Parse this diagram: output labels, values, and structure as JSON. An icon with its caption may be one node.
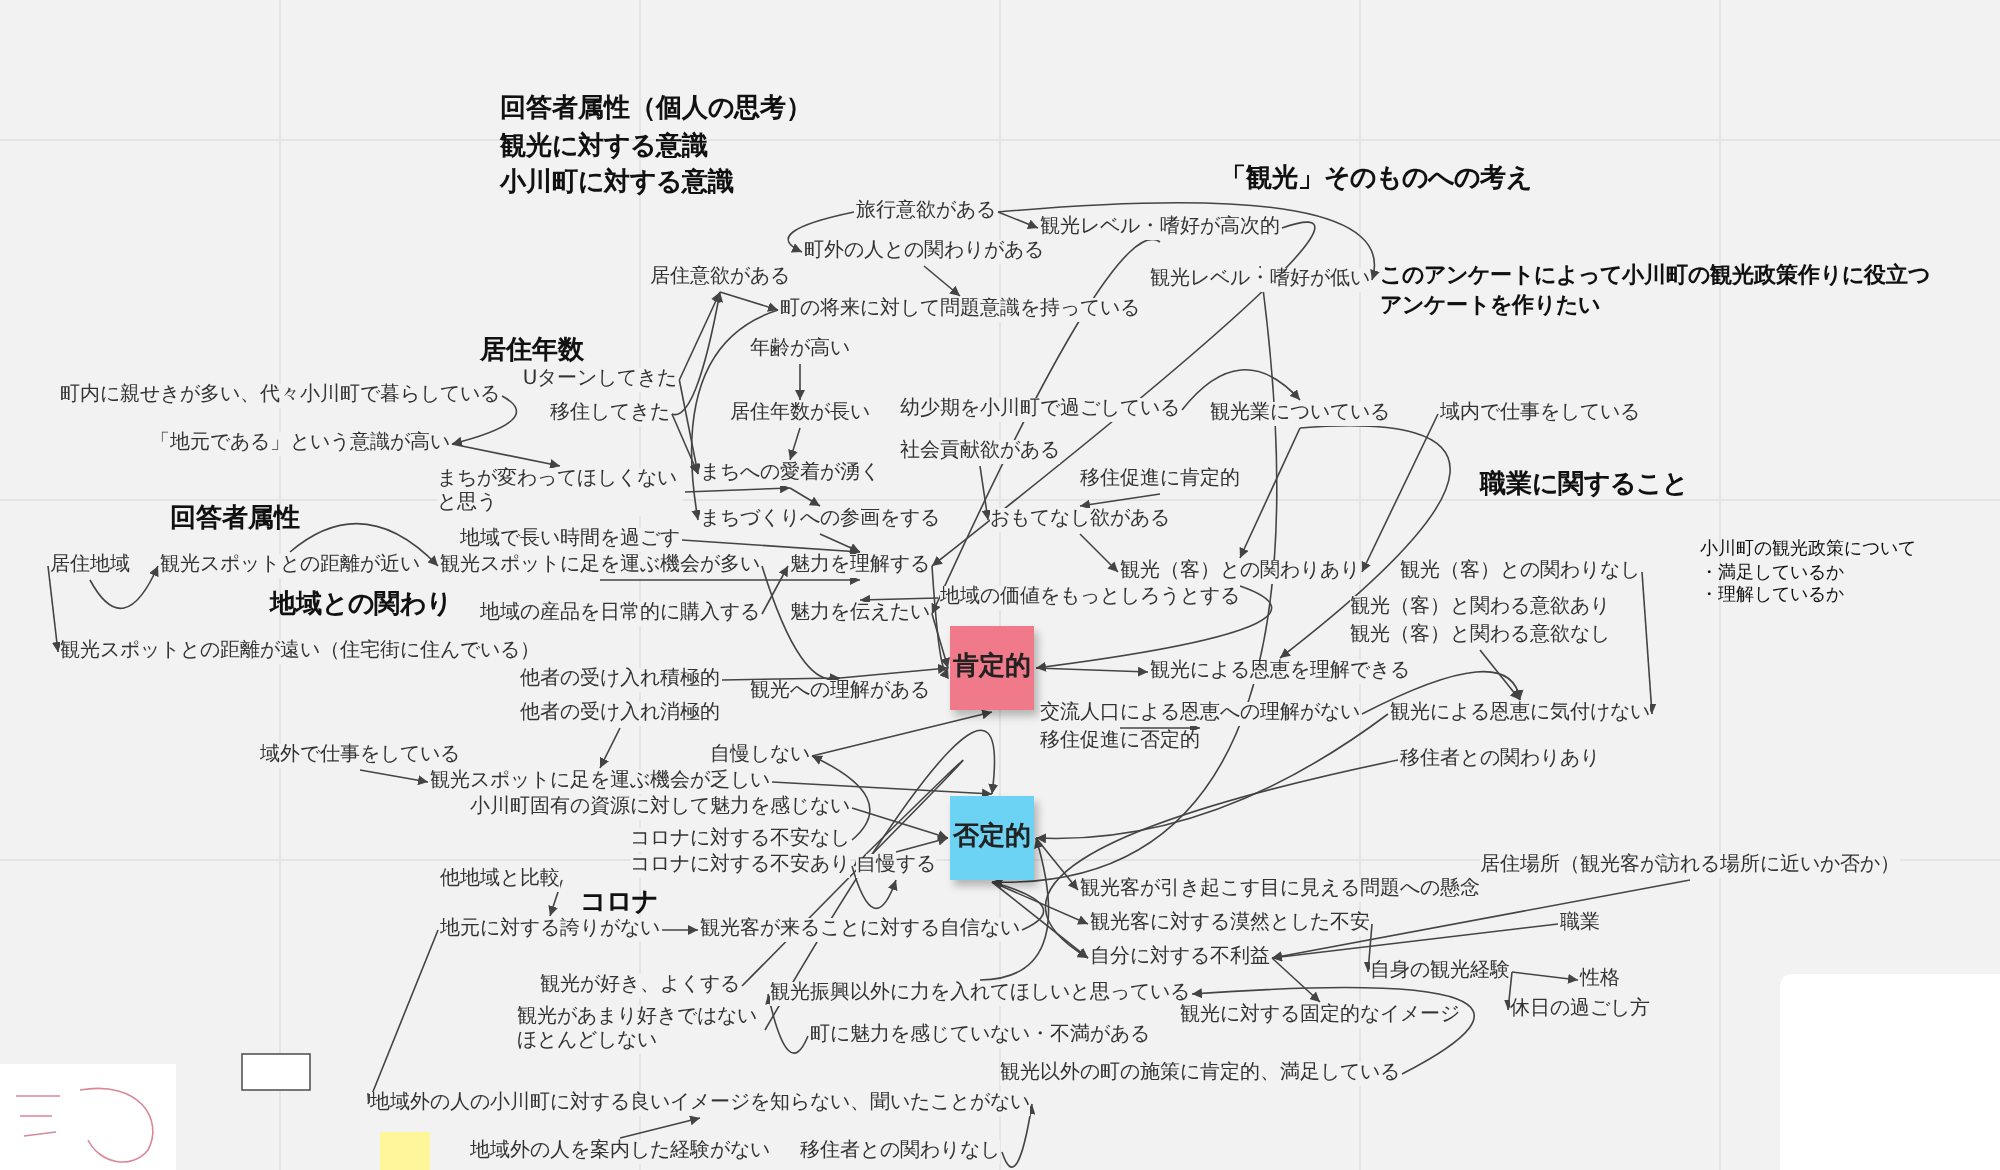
{
  "diagram": {
    "nodes": [
      {
        "text": [
          "旅行意欲がある"
        ]
      },
      {
        "text": [
          "観光レベル・嗜好が高次的"
        ]
      },
      {
        "text": [
          "町外の人との関わりがある"
        ]
      },
      {
        "text": [
          "居住意欲がある"
        ]
      },
      {
        "text": [
          "観光レベル・嗜好が低い"
        ]
      },
      {
        "text": [
          "町の将来に対して問題意識を持っている"
        ]
      },
      {
        "text": [
          "年齢が高い"
        ]
      },
      {
        "text": [
          "Uターンしてきた"
        ]
      },
      {
        "text": [
          "町内に親せきが多い、代々小川町で暮らしている"
        ]
      },
      {
        "text": [
          "移住してきた"
        ]
      },
      {
        "text": [
          "居住年数が長い"
        ]
      },
      {
        "text": [
          "幼少期を小川町で過ごしている"
        ]
      },
      {
        "text": [
          "観光業についている"
        ]
      },
      {
        "text": [
          "域内で仕事をしている"
        ]
      },
      {
        "text": [
          "「地元である」という意識が高い"
        ]
      },
      {
        "text": [
          "社会貢献欲がある"
        ]
      },
      {
        "text": [
          "まちへの愛着が湧く"
        ]
      },
      {
        "text": [
          "移住促進に肯定的"
        ]
      },
      {
        "text": [
          "まちが変わってほしくないと思う"
        ]
      },
      {
        "text": [
          "まちづくりへの参画をする"
        ]
      },
      {
        "text": [
          "おもてなし欲がある"
        ]
      },
      {
        "text": [
          "地域で長い時間を過ごす"
        ]
      },
      {
        "text": [
          "居住地域"
        ]
      },
      {
        "text": [
          "観光スポットとの距離が近い"
        ]
      },
      {
        "text": [
          "観光スポットに足を運ぶ機会が多い"
        ]
      },
      {
        "text": [
          "魅力を理解する"
        ]
      },
      {
        "text": [
          "観光（客）との関わりあり"
        ]
      },
      {
        "text": [
          "観光（客）との関わりなし"
        ]
      },
      {
        "text": [
          "地域の価値をもっとしろうとする"
        ]
      },
      {
        "text": [
          "地域の産品を日常的に購入する"
        ]
      },
      {
        "text": [
          "魅力を伝えたい"
        ]
      },
      {
        "text": [
          "観光（客）と関わる意欲あり"
        ]
      },
      {
        "text": [
          "観光（客）と関わる意欲なし"
        ]
      },
      {
        "text": [
          "肯定的"
        ]
      },
      {
        "text": [
          "観光スポットとの距離が遠い（住宅街に住んでいる）"
        ]
      },
      {
        "text": [
          "観光による恩恵を理解できる"
        ]
      },
      {
        "text": [
          "他者の受け入れ積極的"
        ]
      },
      {
        "text": [
          "観光への理解がある"
        ]
      },
      {
        "text": [
          "他者の受け入れ消極的"
        ]
      },
      {
        "text": [
          "交流人口による恩恵への理解がない"
        ]
      },
      {
        "text": [
          "観光による恩恵に気付けない"
        ]
      },
      {
        "text": [
          "移住促進に否定的"
        ]
      },
      {
        "text": [
          "域外で仕事をしている"
        ]
      },
      {
        "text": [
          "自慢しない"
        ]
      },
      {
        "text": [
          "移住者との関わりあり"
        ]
      },
      {
        "text": [
          "観光スポットに足を運ぶ機会が乏しい"
        ]
      },
      {
        "text": [
          "否定的"
        ]
      },
      {
        "text": [
          "小川町固有の資源に対して魅力を感じない"
        ]
      },
      {
        "text": [
          "コロナに対する不安なし"
        ]
      },
      {
        "text": [
          "コロナに対する不安あり"
        ]
      },
      {
        "text": [
          "自慢する"
        ]
      },
      {
        "text": [
          "居住場所（観光客が訪れる場所に近いか否か）"
        ]
      },
      {
        "text": [
          "他地域と比較"
        ]
      },
      {
        "text": [
          "観光客が引き起こす目に見える問題への懸念"
        ]
      },
      {
        "text": [
          "職業"
        ]
      },
      {
        "text": [
          "観光客に対する漠然とした不安"
        ]
      },
      {
        "text": [
          "地元に対する誇りがない"
        ]
      },
      {
        "text": [
          "観光客が来ることに対する自信ない"
        ]
      },
      {
        "text": [
          "自分に対する不利益"
        ]
      },
      {
        "text": [
          "自身の観光経験"
        ]
      },
      {
        "text": [
          "性格"
        ]
      },
      {
        "text": [
          "観光が好き、よくする"
        ]
      },
      {
        "text": [
          "観光振興以外に力を入れてほしいと思っている"
        ]
      },
      {
        "text": [
          "休日の過ごし方"
        ]
      },
      {
        "text": [
          "観光に対する固定的なイメージ"
        ]
      },
      {
        "text": [
          "観光があまり好きではないほとんどしない"
        ]
      },
      {
        "text": [
          "町に魅力を感じていない・不満がある"
        ]
      },
      {
        "text": [
          "観光以外の町の施策に肯定的、満足している"
        ]
      },
      {
        "text": [
          "地域外の人の小川町に対する良いイメージを知らない、聞いたことがない"
        ]
      },
      {
        "text": [
          "地域外の人を案内した経験がない"
        ]
      },
      {
        "text": [
          "移住者との関わりなし"
        ]
      }
    ],
    "edges": [
      {
        "from": 0,
        "to": 1,
        "arrow": "to"
      },
      {
        "from": 0,
        "to": 4,
        "arrow": "to"
      },
      {
        "from": 0,
        "to": 2,
        "arrow": "to"
      },
      {
        "from": 2,
        "to": 5,
        "arrow": "to"
      },
      {
        "from": 3,
        "to": 5,
        "arrow": "to"
      },
      {
        "from": 7,
        "to": 3,
        "arrow": "to"
      },
      {
        "from": 9,
        "to": 3,
        "arrow": "to"
      },
      {
        "from": 7,
        "to": 16,
        "arrow": "to"
      },
      {
        "from": 9,
        "to": 16,
        "arrow": "to"
      },
      {
        "from": 6,
        "to": 10,
        "arrow": "to"
      },
      {
        "from": 10,
        "to": 16,
        "arrow": "to"
      },
      {
        "from": 8,
        "to": 14,
        "arrow": "to"
      },
      {
        "from": 14,
        "to": 18,
        "arrow": "to"
      },
      {
        "from": 18,
        "to": 16,
        "arrow": "to"
      },
      {
        "from": 5,
        "to": 19,
        "arrow": "to"
      },
      {
        "from": 11,
        "to": 12,
        "arrow": "to"
      },
      {
        "from": 1,
        "to": 25,
        "arrow": "to"
      },
      {
        "from": 1,
        "to": 30,
        "arrow": "to"
      },
      {
        "from": 4,
        "to": 46,
        "arrow": "to"
      },
      {
        "from": 12,
        "to": 26,
        "arrow": "to"
      },
      {
        "from": 12,
        "to": 35,
        "arrow": "to"
      },
      {
        "from": 13,
        "to": 26,
        "arrow": "to"
      },
      {
        "from": 15,
        "to": 20,
        "arrow": "to"
      },
      {
        "from": 16,
        "to": 19,
        "arrow": "to"
      },
      {
        "from": 17,
        "to": 20,
        "arrow": "to"
      },
      {
        "from": 19,
        "to": 25,
        "arrow": "to"
      },
      {
        "from": 20,
        "to": 26,
        "arrow": "to"
      },
      {
        "from": 21,
        "to": 25,
        "arrow": "to"
      },
      {
        "from": 22,
        "to": 23,
        "arrow": "to"
      },
      {
        "from": 23,
        "to": 24,
        "arrow": "to"
      },
      {
        "from": 24,
        "to": 25,
        "arrow": "to"
      },
      {
        "from": 22,
        "to": 34,
        "arrow": "to"
      },
      {
        "from": 29,
        "to": 25,
        "arrow": "to"
      },
      {
        "from": 25,
        "to": 33,
        "arrow": "to"
      },
      {
        "from": 28,
        "to": 30,
        "arrow": "to"
      },
      {
        "from": 30,
        "to": 33,
        "arrow": "to"
      },
      {
        "from": 37,
        "to": 33,
        "arrow": "to"
      },
      {
        "from": 24,
        "to": 37,
        "arrow": "to"
      },
      {
        "from": 26,
        "to": 33,
        "arrow": "to"
      },
      {
        "from": 33,
        "to": 35,
        "arrow": "to"
      },
      {
        "from": 27,
        "to": 40,
        "arrow": "to"
      },
      {
        "from": 32,
        "to": 40,
        "arrow": "to"
      },
      {
        "from": 39,
        "to": 40,
        "arrow": "to"
      },
      {
        "from": 41,
        "to": 39,
        "arrow": "to"
      },
      {
        "from": 40,
        "to": 46,
        "arrow": "to"
      },
      {
        "from": 42,
        "to": 45,
        "arrow": "to"
      },
      {
        "from": 45,
        "to": 46,
        "arrow": "to"
      },
      {
        "from": 47,
        "to": 46,
        "arrow": "to"
      },
      {
        "from": 43,
        "to": 33,
        "arrow": "to"
      },
      {
        "from": 48,
        "to": 43,
        "arrow": "to"
      },
      {
        "from": 49,
        "to": 50,
        "arrow": "to"
      },
      {
        "from": 50,
        "to": 46,
        "arrow": "to"
      },
      {
        "from": 52,
        "to": 56,
        "arrow": "to"
      },
      {
        "from": 56,
        "to": 57,
        "arrow": "to"
      },
      {
        "from": 57,
        "to": 46,
        "arrow": "to"
      },
      {
        "from": 46,
        "to": 53,
        "arrow": "to"
      },
      {
        "from": 46,
        "to": 55,
        "arrow": "to"
      },
      {
        "from": 46,
        "to": 58,
        "arrow": "to"
      },
      {
        "from": 51,
        "to": 58,
        "arrow": "to"
      },
      {
        "from": 54,
        "to": 58,
        "arrow": "to"
      },
      {
        "from": 55,
        "to": 59,
        "arrow": "to"
      },
      {
        "from": 59,
        "to": 60,
        "arrow": "to"
      },
      {
        "from": 59,
        "to": 63,
        "arrow": "to"
      },
      {
        "from": 58,
        "to": 64,
        "arrow": "to"
      },
      {
        "from": 44,
        "to": 58,
        "arrow": "to"
      },
      {
        "from": 61,
        "to": 50,
        "arrow": "to"
      },
      {
        "from": 65,
        "to": 46,
        "arrow": "to"
      },
      {
        "from": 62,
        "to": 46,
        "arrow": "to"
      },
      {
        "from": 66,
        "to": 62,
        "arrow": "to"
      },
      {
        "from": 67,
        "to": 62,
        "arrow": "to"
      },
      {
        "from": 56,
        "to": 68,
        "arrow": "to"
      },
      {
        "from": 69,
        "to": 68,
        "arrow": "to"
      },
      {
        "from": 70,
        "to": 68,
        "arrow": "to"
      },
      {
        "from": 38,
        "to": 45,
        "arrow": "to"
      },
      {
        "from": 36,
        "to": 37,
        "arrow": "to"
      }
    ],
    "labels": [
      "回答者属性（個人の思考）",
      "観光に対する意識",
      "小川町に対する意識",
      "「観光」そのものへの考え",
      "このアンケートによって小川町の観光政策作りに役立つアンケートを作りたい",
      "居住年数",
      "職業に関すること",
      "回答者属性",
      "小川町の観光政策について",
      "・満足しているか",
      "・理解しているか",
      "地域との関わり",
      "コロナ"
    ]
  }
}
